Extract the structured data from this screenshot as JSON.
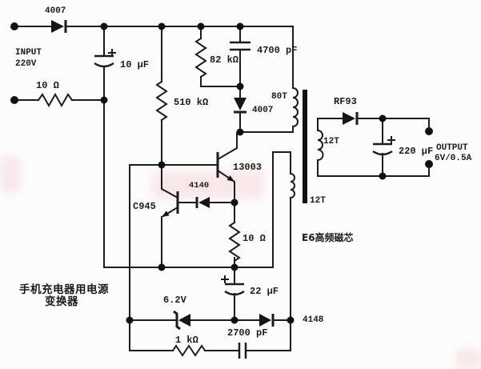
{
  "diagram_title": "手机充电器用电源变换器 (phone charger power converter schematic)",
  "colors": {
    "ink": "#1c1c1c",
    "background": "#fcfcfa",
    "watermark_pink": "#f0b8c0"
  },
  "labels": {
    "input_diode": "4007",
    "input_line1": "INPUT",
    "input_line2": "220V",
    "filter_cap": "10 µF",
    "input_resistor": "10 Ω",
    "startup_resistor": "510 kΩ",
    "snubber_resistor": "82 kΩ",
    "snubber_cap": "4700 pF",
    "snubber_diode": "4007",
    "primary_turns": "80T",
    "secondary_turns": "12T",
    "feedback_turns": "12T",
    "core": "E6高频磁芯",
    "switch_transistor": "13003",
    "protect_transistor": "C945",
    "protect_diode": "4140",
    "emitter_resistor": "10 Ω",
    "zener": "6.2V",
    "electrolytic_cap": "22 µF",
    "feedback_diode": "4148",
    "base_resistor": "1 kΩ",
    "base_cap": "2700 pF",
    "output_diode": "RF93",
    "output_cap": "220 µF",
    "output_line1": "OUTPUT",
    "output_line2": "6V/0.5A",
    "caption_line1": "手机充电器用电源",
    "caption_line2": "变换器"
  }
}
